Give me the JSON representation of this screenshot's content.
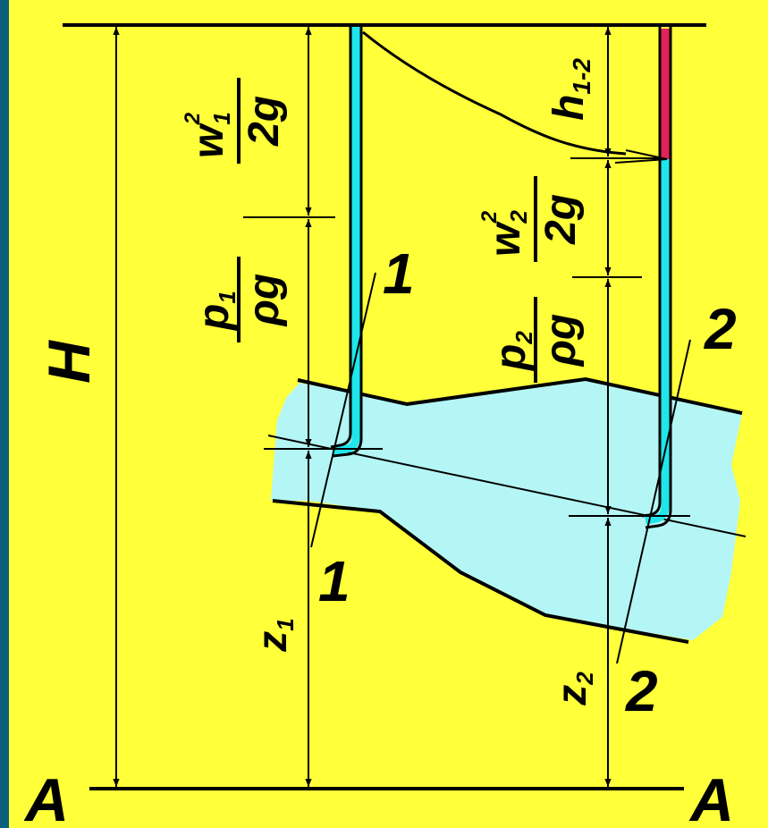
{
  "colors": {
    "background": "#FFFF3A",
    "frame": "#0A5F7C",
    "fluid": "#B4F6F6",
    "tube_fluid": "#1FE6EA",
    "head_loss": "#E0245A",
    "line": "#000000"
  },
  "labels": {
    "H": "H",
    "datum_left": "A",
    "datum_right": "A",
    "section1_top": "1",
    "section1_bottom": "1",
    "section2_top": "2",
    "section2_bottom": "2",
    "w1": "w",
    "w1_sub": "1",
    "w1_sup": "2",
    "w2": "w",
    "w2_sub": "2",
    "w2_sup": "2",
    "two_g_1": "2g",
    "two_g_2": "2g",
    "p1": "p",
    "p1_sub": "1",
    "p2": "p",
    "p2_sub": "2",
    "rho_g_1": "ρg",
    "rho_g_2": "ρg",
    "h": "h",
    "h_sub": "1-2",
    "z1": "z",
    "z1_sub": "1",
    "z2": "z",
    "z2_sub": "2"
  }
}
